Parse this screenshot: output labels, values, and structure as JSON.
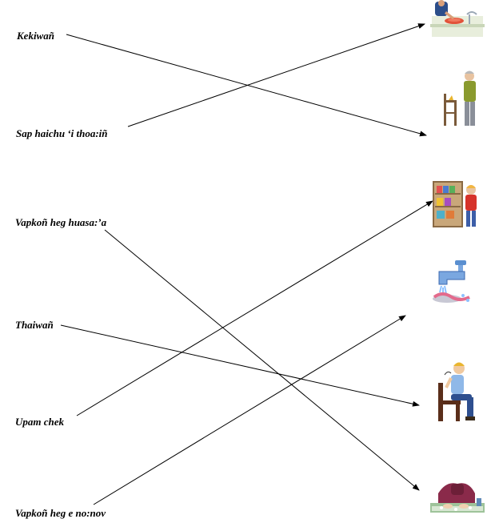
{
  "phrases": [
    "Kekiwañ",
    "Sap haichu ‘i thoa:iñ",
    "Vapkoñ heg huasa:’a",
    "Thaiwañ",
    "Upam chek",
    "Vapkoñ heg e no:nov"
  ],
  "pictures": [
    "washing-dishes-picture",
    "old-man-sitting-picture",
    "putting-clothes-away-picture",
    "faucet-water-picture",
    "boy-sitting-down-picture",
    "washing-hands-picture"
  ],
  "matches": [
    {
      "phrase": "Kekiwañ",
      "picture": "old-man-sitting-picture"
    },
    {
      "phrase": "Sap haichu ‘i thoa:iñ",
      "picture": "washing-dishes-picture"
    },
    {
      "phrase": "Vapkoñ heg huasa:’a",
      "picture": "washing-hands-picture"
    },
    {
      "phrase": "Thaiwañ",
      "picture": "boy-sitting-down-picture"
    },
    {
      "phrase": "Upam chek",
      "picture": "putting-clothes-away-picture"
    },
    {
      "phrase": "Vapkoñ heg e no:nov",
      "picture": "faucet-water-picture"
    }
  ],
  "colors": {
    "text": "#000000",
    "lines": "#000000"
  }
}
